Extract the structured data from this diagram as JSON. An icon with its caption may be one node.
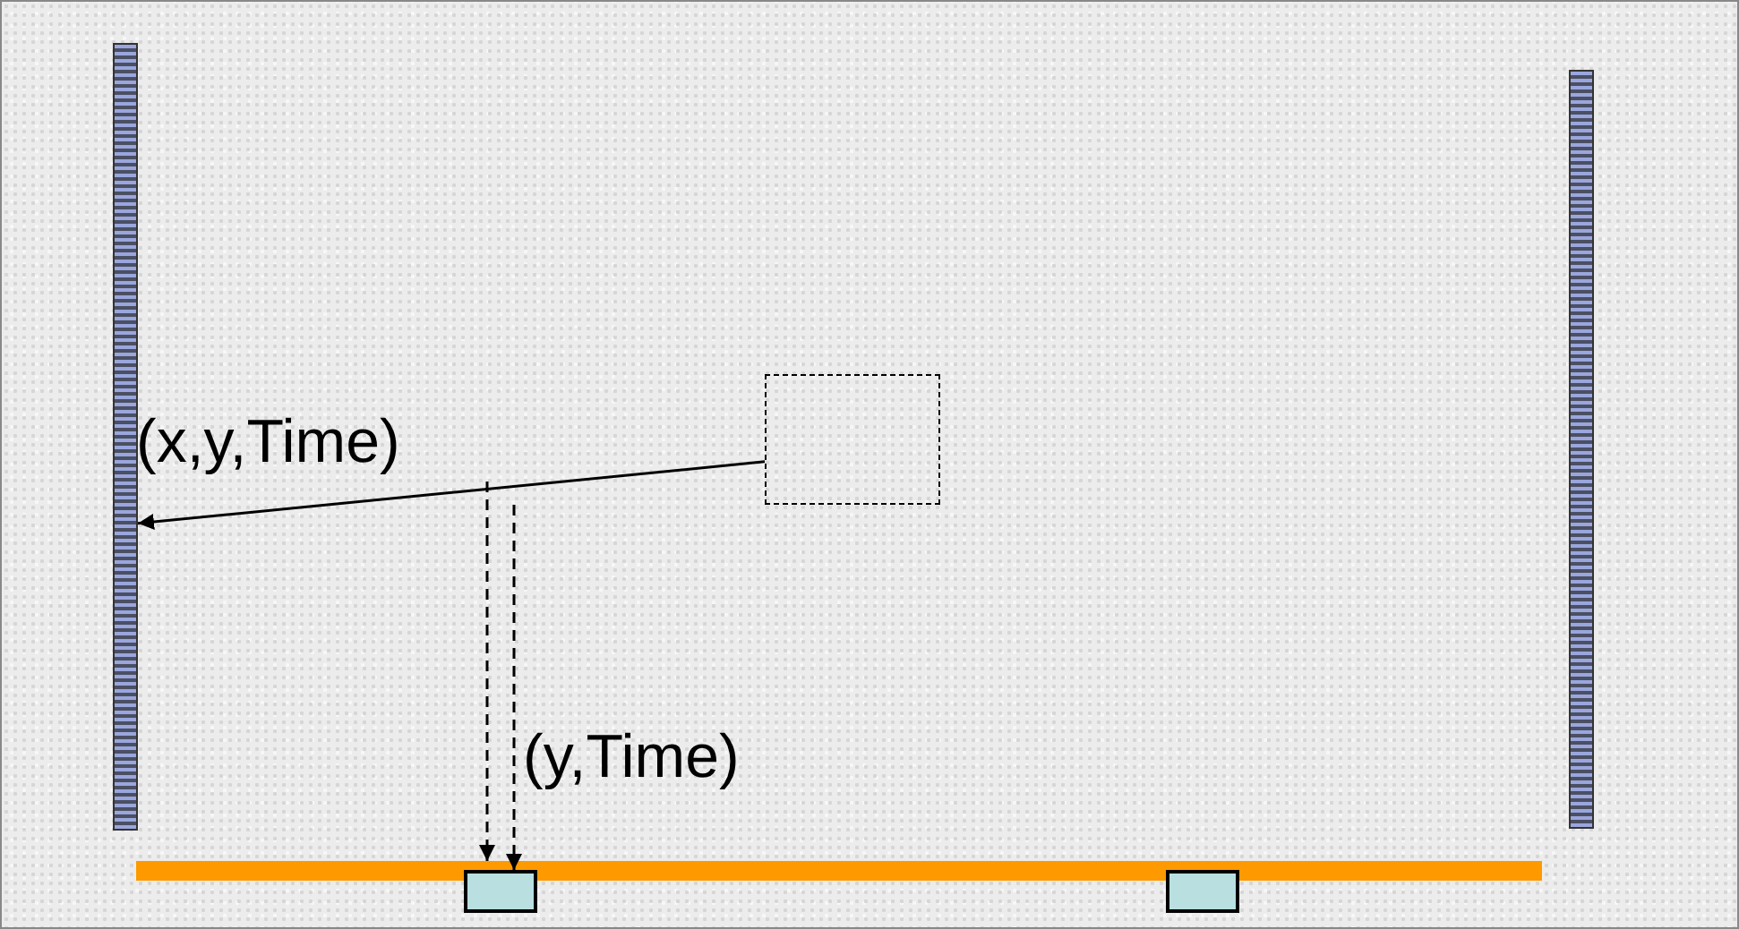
{
  "diagram": {
    "nodes": [
      {
        "text": [],
        "shape": "bar"
      },
      {
        "text": [],
        "shape": "bar"
      },
      {
        "text": [],
        "shape": "box"
      },
      {
        "text": [],
        "shape": "bar"
      },
      {
        "text": [],
        "shape": "box"
      },
      {
        "text": [],
        "shape": "box"
      }
    ],
    "edges": [
      {
        "from": 2,
        "to": 0,
        "arrow": "to"
      },
      {
        "from": null,
        "to": 3,
        "arrow": "to",
        "style": "dashed"
      },
      {
        "from": null,
        "to": 4,
        "arrow": "to",
        "style": "dashed"
      }
    ],
    "labels": [
      "(x,y,Time)",
      "(y,Time)"
    ]
  }
}
